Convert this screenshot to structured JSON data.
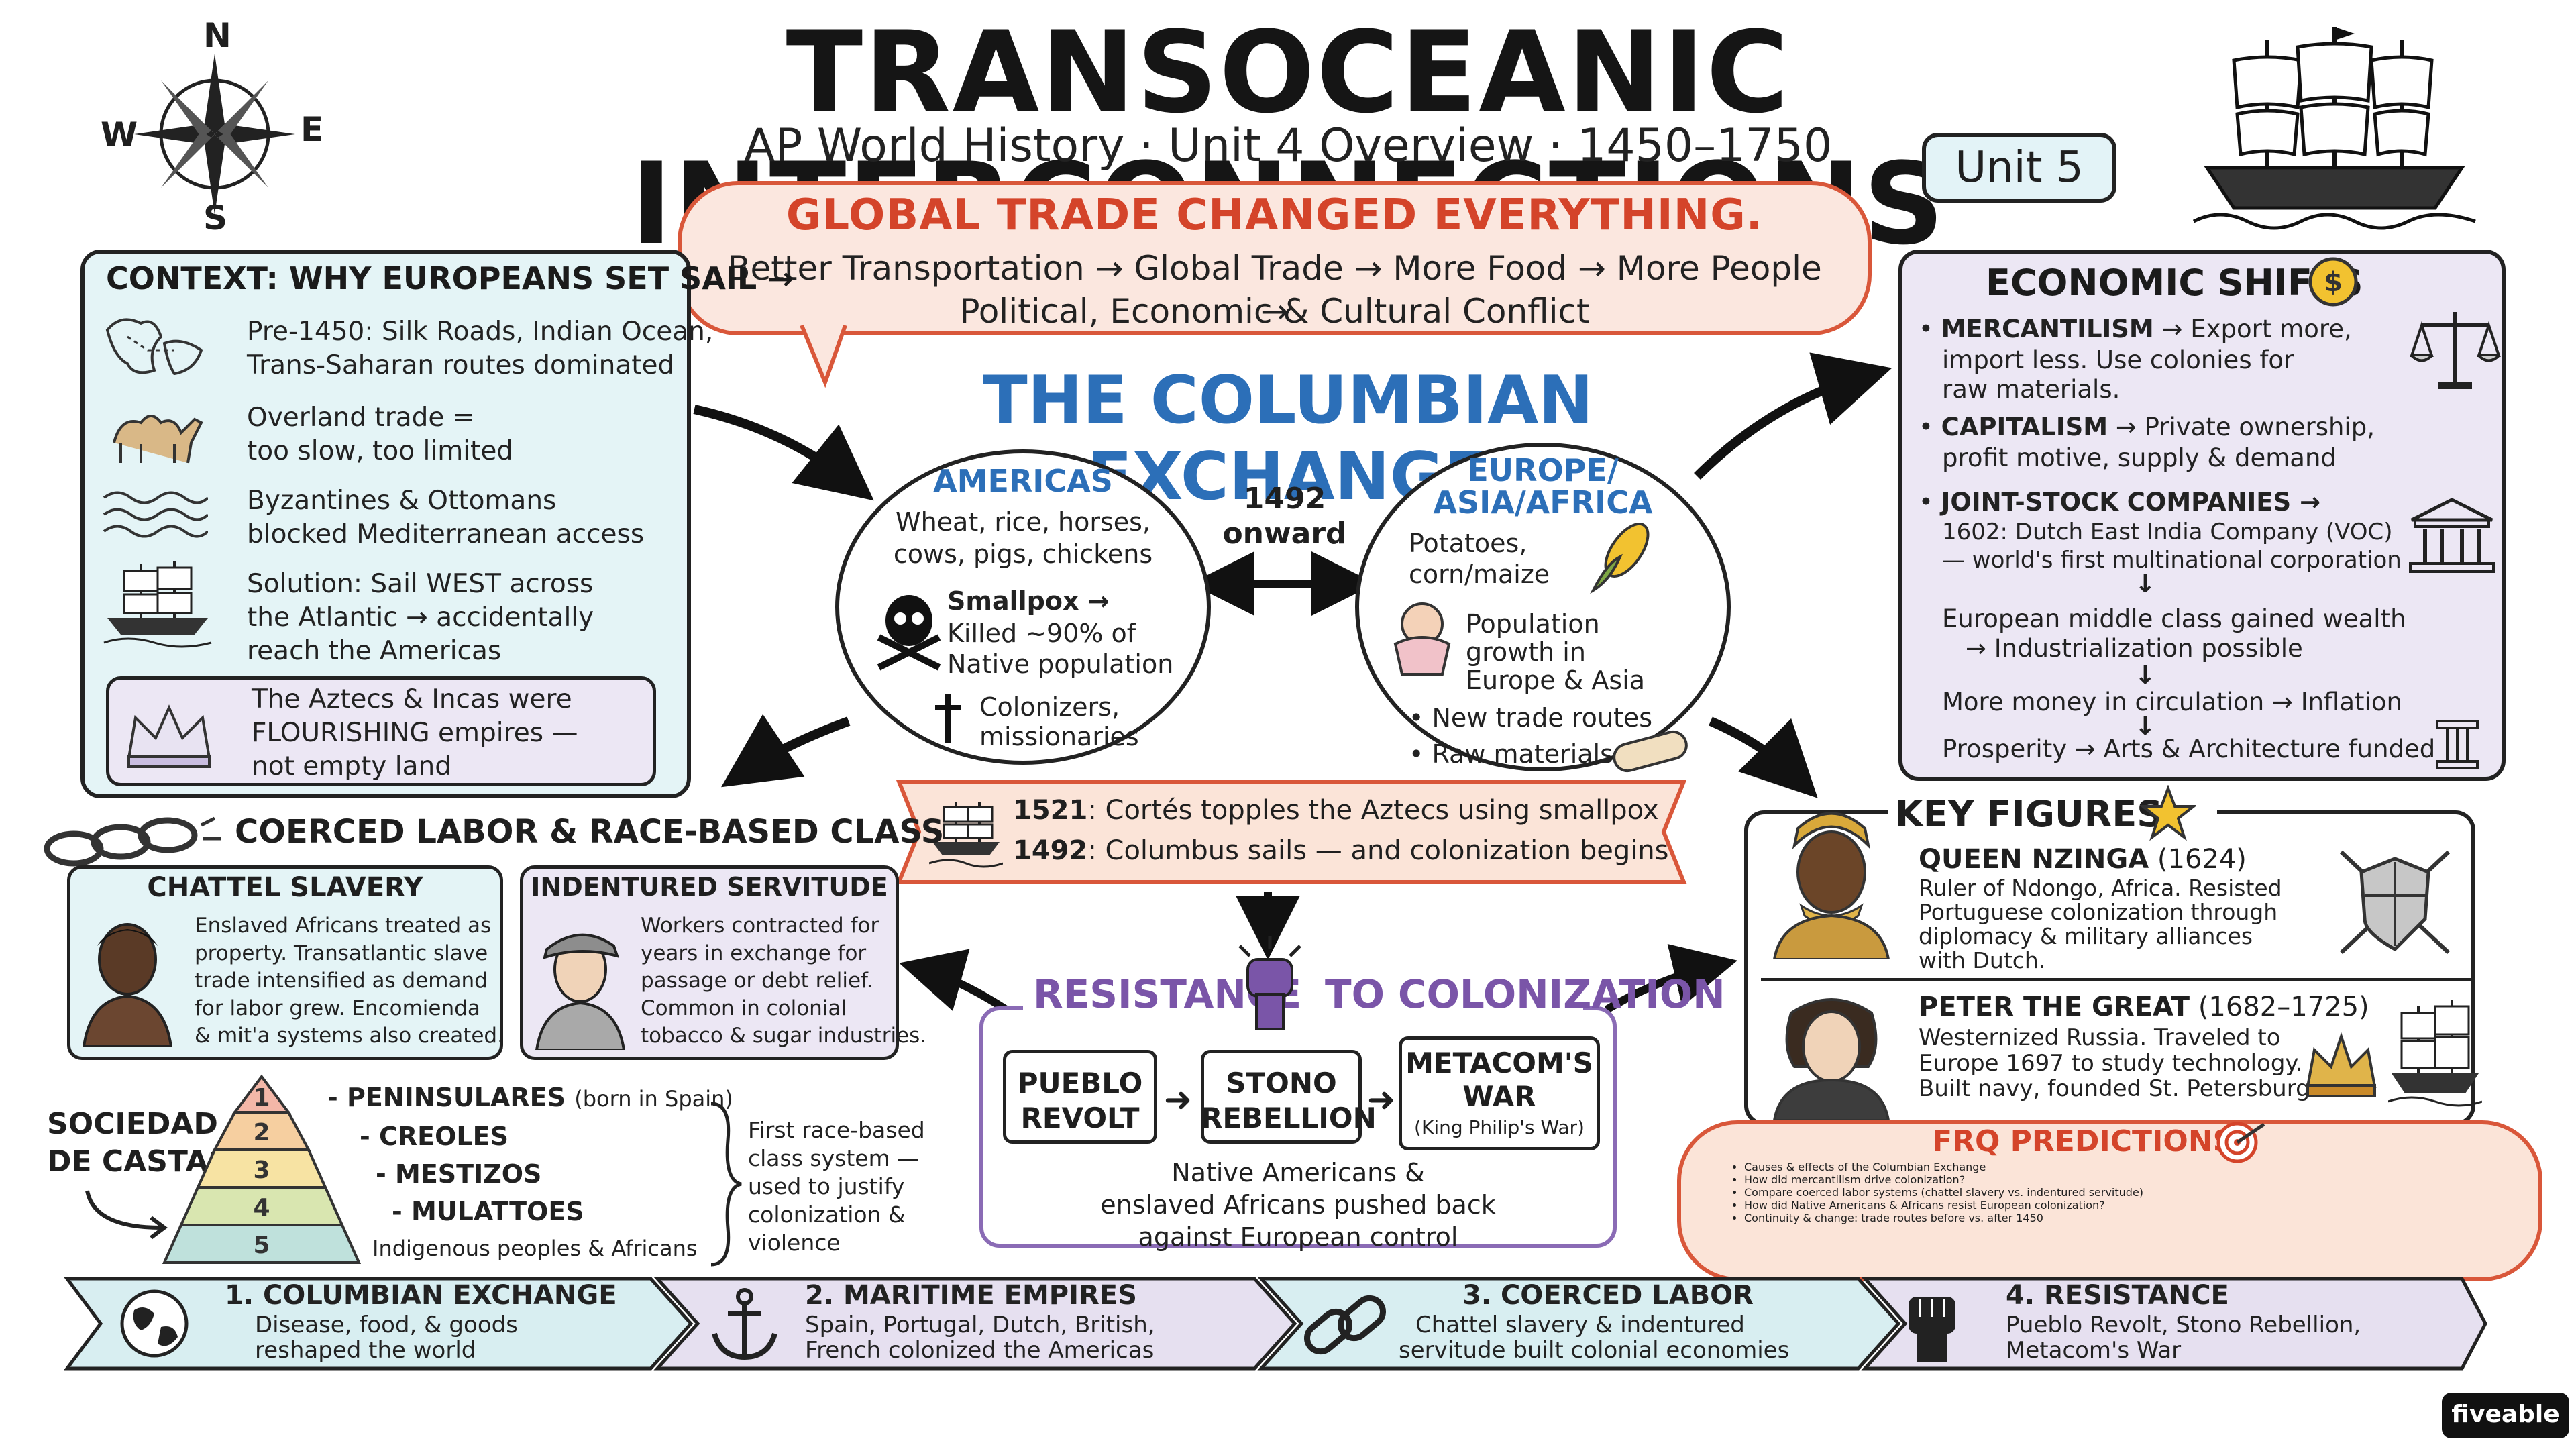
{
  "header": {
    "title": "TRANSOCEANIC INTERCONNECTIONS",
    "subtitle": "AP World History · Unit 4 Overview · 1450–1750",
    "unit_badge": "Unit 5",
    "compass": {
      "n": "N",
      "s": "S",
      "e": "E",
      "w": "W"
    }
  },
  "banner": {
    "title": "GLOBAL TRADE CHANGED EVERYTHING.",
    "line1": "Better Transportation → Global Trade → More Food → More People →",
    "line2": "Political, Economic & Cultural Conflict"
  },
  "context": {
    "title": "CONTEXT: WHY EUROPEANS SET SAIL →",
    "items": [
      {
        "icon": "map-icon",
        "line1": "Pre-1450: Silk Roads, Indian Ocean,",
        "line2": "Trans-Saharan routes dominated"
      },
      {
        "icon": "camel-icon",
        "line1": "Overland trade =",
        "line2": "too slow, too limited"
      },
      {
        "icon": "waves-icon",
        "line1": "Byzantines & Ottomans",
        "line2": "blocked Mediterranean access"
      },
      {
        "icon": "ship-icon",
        "line1": "Solution: Sail WEST across",
        "line2": "the Atlantic → accidentally",
        "line3": "reach the Americas"
      }
    ],
    "callout": {
      "line1": "The Aztecs & Incas were",
      "line2": "FLOURISHING empires —",
      "line3": "not empty land"
    }
  },
  "columbian": {
    "title": "THE COLUMBIAN EXCHANGE",
    "date_line1": "1492",
    "date_line2": "onward",
    "americas": {
      "head": "AMERICAS",
      "goods1": "Wheat, rice, horses,",
      "goods2": "cows, pigs, chickens",
      "smallpox1": "Smallpox →",
      "smallpox2": "Killed ~90% of",
      "smallpox3": "Native population",
      "colonizers1": "Colonizers,",
      "colonizers2": "missionaries"
    },
    "old_world": {
      "head1": "EUROPE/",
      "head2": "ASIA/AFRICA",
      "goods1": "Potatoes,",
      "goods2": "corn/maize",
      "pop1": "Population",
      "pop2": "growth in",
      "pop3": "Europe & Asia",
      "bullet1": "New trade routes",
      "bullet2": "Raw materials"
    }
  },
  "timeline": {
    "row1_year": "1521",
    "row1_text": ": Cortés topples the Aztecs using smallpox",
    "row2_year": "1492",
    "row2_text": ": Columbus sails — and colonization begins"
  },
  "economic": {
    "title": "ECONOMIC SHIFTS",
    "merc_head": "MERCANTILISM",
    "merc_l1": "→ Export more,",
    "merc_l2": "import less. Use colonies for",
    "merc_l3": "raw materials.",
    "cap_head": "CAPITALISM",
    "cap_l1": "→ Private ownership,",
    "cap_l2": "profit motive, supply & demand",
    "jsc_head": "JOINT-STOCK COMPANIES →",
    "jsc_l1": "1602: Dutch East India Company (VOC)",
    "jsc_l2": "— world's first multinational corporation",
    "flow1": "European middle class gained wealth",
    "flow2": "→ Industrialization possible",
    "flow3": "More money in circulation → Inflation",
    "flow4": "Prosperity → Arts & Architecture funded"
  },
  "labor": {
    "title": "COERCED LABOR & RACE-BASED CLASS",
    "chattel": {
      "head": "CHATTEL SLAVERY",
      "lines": [
        "Enslaved Africans treated as",
        "property. Transatlantic slave",
        "trade intensified as demand",
        "for labor grew. Encomienda",
        "& mit'a systems also created."
      ]
    },
    "indentured": {
      "head": "INDENTURED SERVITUDE",
      "lines": [
        "Workers contracted for",
        "years in exchange for",
        "passage or debt relief.",
        "Common in colonial",
        "tobacco & sugar industries."
      ]
    },
    "castas": {
      "label1": "SOCIEDAD",
      "label2": "DE CASTAS",
      "tiers": [
        {
          "num": "1",
          "name": "- PENINSULARES",
          "note": "(born in Spain)",
          "color": "#f3b7a8"
        },
        {
          "num": "2",
          "name": "- CREOLES",
          "note": "",
          "color": "#f6cfa0"
        },
        {
          "num": "3",
          "name": "- MESTIZOS",
          "note": "",
          "color": "#f7e3a3"
        },
        {
          "num": "4",
          "name": "- MULATTOES",
          "note": "",
          "color": "#d9e6b0"
        },
        {
          "num": "5",
          "name": "Indigenous peoples & Africans",
          "note": "",
          "color": "#bfe1dc"
        }
      ],
      "note_lines": [
        "First race-based",
        "class system —",
        "used to justify",
        "colonization &",
        "violence"
      ]
    }
  },
  "resistance": {
    "title_a": "RESISTANCE",
    "title_b": "TO COLONIZATION",
    "box1_l1": "PUEBLO",
    "box1_l2": "REVOLT",
    "box2_l1": "STONO",
    "box2_l2": "REBELLION",
    "box3_l1": "METACOM'S",
    "box3_l2": "WAR",
    "box3_l3": "(King Philip's War)",
    "caption1": "Native Americans &",
    "caption2": "enslaved Africans pushed back",
    "caption3": "against European control"
  },
  "key_figures": {
    "title": "KEY FIGURES",
    "nzinga": {
      "name": "QUEEN NZINGA",
      "date": "(1624)",
      "lines": [
        "Ruler of Ndongo, Africa. Resisted",
        "Portuguese colonization through",
        "diplomacy & military alliances",
        "with Dutch."
      ]
    },
    "peter": {
      "name": "PETER THE GREAT",
      "date": "(1682–1725)",
      "lines": [
        "Westernized Russia.  Traveled to",
        "Europe 1697 to study technology.",
        "Built navy, founded St. Petersburg."
      ]
    }
  },
  "frq": {
    "title": "FRQ PREDICTIONS",
    "items": [
      "Causes & effects of the Columbian Exchange",
      "How did mercantilism drive colonization?",
      "Compare coerced labor systems (chattel slavery vs. indentured servitude)",
      "How did Native Americans & Africans resist European colonization?",
      "Continuity & change: trade routes before vs. after 1450"
    ]
  },
  "bottom": [
    {
      "title": "1. COLUMBIAN EXCHANGE",
      "l1": "Disease, food, & goods",
      "l2": "reshaped the world",
      "icon": "globe-icon",
      "color": "#d8eef1"
    },
    {
      "title": "2. MARITIME EMPIRES",
      "l1": "Spain, Portugal, Dutch, British,",
      "l2": "French colonized the Americas",
      "icon": "anchor-icon",
      "color": "#e6e0f0"
    },
    {
      "title": "3. COERCED LABOR",
      "l1": "Chattel slavery & indentured",
      "l2": "servitude built colonial economies",
      "icon": "chain-icon",
      "color": "#d8eef1"
    },
    {
      "title": "4. RESISTANCE",
      "l1": "Pueblo Revolt, Stono Rebellion,",
      "l2": "Metacom's War",
      "icon": "fist-icon",
      "color": "#e6e0f0"
    }
  ],
  "brand": "fiveable"
}
